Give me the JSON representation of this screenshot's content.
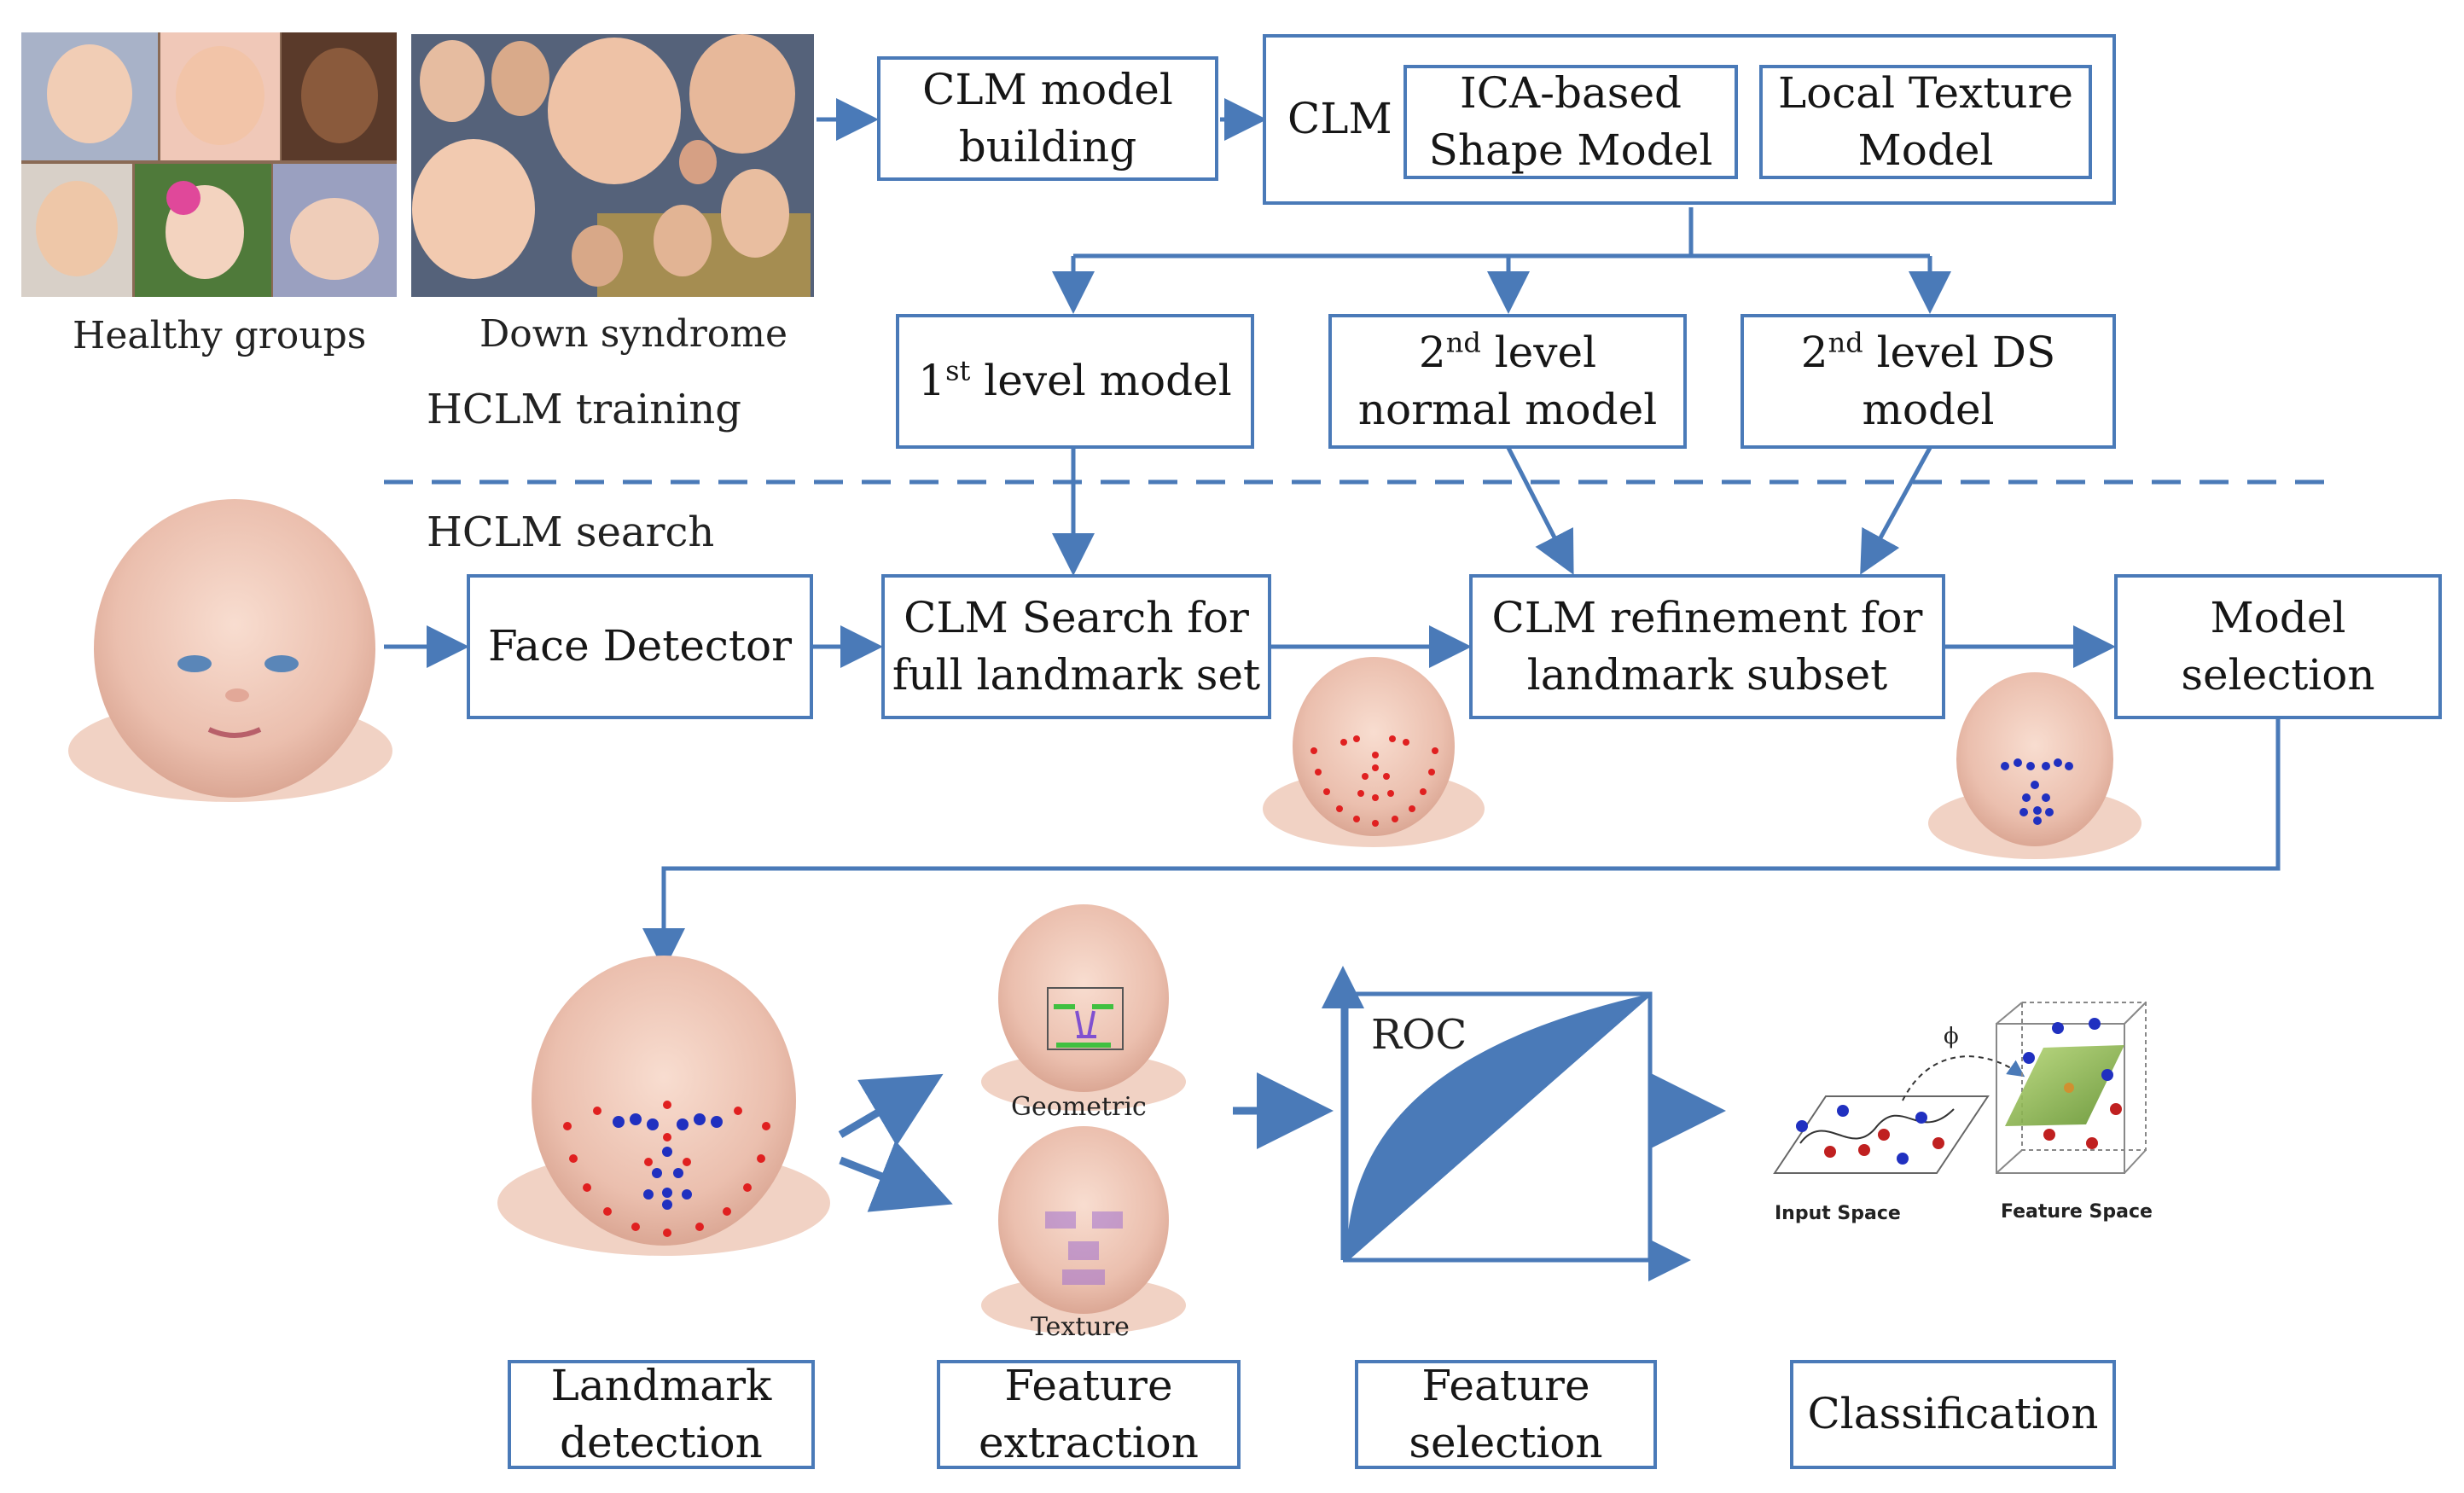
{
  "colors": {
    "accent": "#4a7ab8",
    "landmark_red": "#e02020",
    "landmark_blue": "#2030c0"
  },
  "photos": {
    "healthy_caption": "Healthy groups",
    "down_caption": "Down syndrome"
  },
  "training": {
    "section_label": "HCLM training",
    "clm_model_building": "CLM model\nbuilding",
    "clm_label": "CLM",
    "ica_shape_model": "ICA-based\nShape Model",
    "local_texture_model": "Local Texture\nModel",
    "level1": {
      "prefix": "1",
      "sup": "st",
      "suffix": " level model"
    },
    "level2_normal": {
      "prefix": "2",
      "sup": "nd",
      "suffix": " level",
      "line2": "normal model"
    },
    "level2_ds": {
      "prefix": "2",
      "sup": "nd",
      "suffix": " level DS",
      "line2": "model"
    }
  },
  "search": {
    "section_label": "HCLM search",
    "face_detector": "Face Detector",
    "clm_search": "CLM Search for\nfull landmark set",
    "clm_refinement": "CLM refinement for\nlandmark subset",
    "model_selection": "Model\nselection"
  },
  "analysis": {
    "geometric_label": "Geometric",
    "texture_label": "Texture",
    "roc_label": "ROC",
    "phi_symbol": "ϕ",
    "input_space": "Input Space",
    "feature_space": "Feature Space"
  },
  "steps": {
    "landmark_detection": "Landmark\ndetection",
    "feature_extraction": "Feature\nextraction",
    "feature_selection": "Feature\nselection",
    "classification": "Classification"
  }
}
